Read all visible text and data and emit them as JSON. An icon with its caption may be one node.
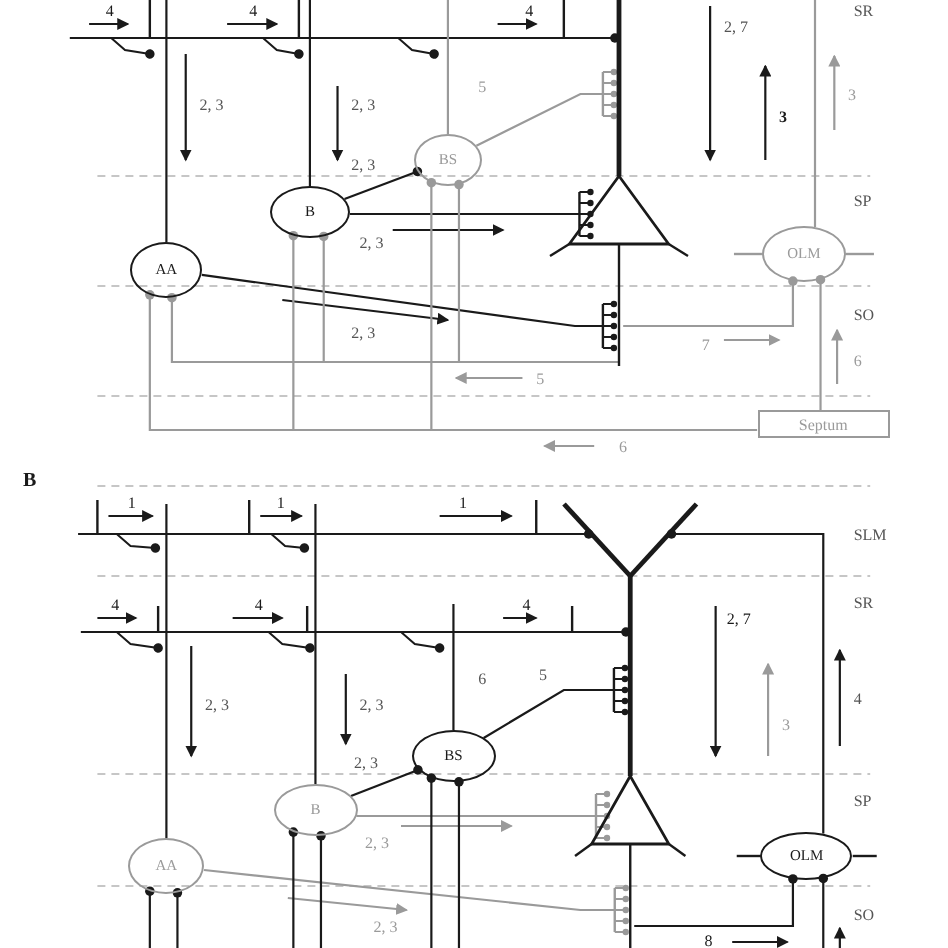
{
  "diagram": {
    "nodes": [
      {
        "text": [
          "BS"
        ]
      },
      {
        "text": [],
        "shape": "triangle"
      },
      {
        "text": [
          "B"
        ]
      },
      {
        "text": [
          "OLM"
        ]
      },
      {
        "text": [
          "AA"
        ]
      },
      {
        "text": [
          "Septum"
        ]
      },
      {
        "text": [
          "BS"
        ]
      },
      {
        "text": [],
        "shape": "triangle"
      },
      {
        "text": [
          "B"
        ]
      },
      {
        "text": [
          "AA"
        ]
      },
      {
        "text": [
          "OLM"
        ]
      }
    ],
    "edges": [
      {
        "from": null,
        "to": 1,
        "arrow": "other"
      },
      {
        "from": 2,
        "to": 0,
        "arrow": "other"
      },
      {
        "from": 2,
        "to": 1,
        "arrow": "other"
      },
      {
        "from": 0,
        "to": 1,
        "arrow": "other",
        "color": "#9a9a9a"
      },
      {
        "from": 4,
        "to": 1,
        "arrow": "other"
      },
      {
        "from": 1,
        "to": 3,
        "arrow": "other",
        "color": "#9a9a9a"
      },
      {
        "from": 1,
        "to": 4,
        "arrow": "other",
        "color": "#9a9a9a"
      },
      {
        "from": 1,
        "to": 2,
        "arrow": "other",
        "color": "#9a9a9a"
      },
      {
        "from": 1,
        "to": 0,
        "arrow": "other",
        "color": "#9a9a9a"
      },
      {
        "from": 5,
        "to": 3,
        "arrow": "other",
        "color": "#9a9a9a"
      },
      {
        "from": 5,
        "to": 4,
        "arrow": "other",
        "color": "#9a9a9a"
      },
      {
        "from": 5,
        "to": 2,
        "arrow": "other",
        "color": "#9a9a9a"
      },
      {
        "from": 5,
        "to": 0,
        "arrow": "other",
        "color": "#9a9a9a"
      },
      {
        "from": 3,
        "to": null,
        "arrow": "none",
        "color": "#9a9a9a"
      },
      {
        "from": null,
        "to": 7,
        "arrow": "other"
      },
      {
        "from": null,
        "to": 7,
        "arrow": "other"
      },
      {
        "from": 8,
        "to": 6,
        "arrow": "other"
      },
      {
        "from": 8,
        "to": 7,
        "arrow": "other",
        "color": "#9a9a9a"
      },
      {
        "from": 6,
        "to": 7,
        "arrow": "other"
      },
      {
        "from": 9,
        "to": 7,
        "arrow": "other",
        "color": "#9a9a9a"
      },
      {
        "from": 7,
        "to": 10,
        "arrow": "other"
      },
      {
        "from": 10,
        "to": 7,
        "arrow": "other"
      },
      {
        "from": null,
        "to": 6,
        "arrow": "other"
      },
      {
        "from": null,
        "to": 6,
        "arrow": "other"
      },
      {
        "from": null,
        "to": 8,
        "arrow": "other"
      },
      {
        "from": null,
        "to": 8,
        "arrow": "other"
      },
      {
        "from": null,
        "to": 9,
        "arrow": "other"
      },
      {
        "from": null,
        "to": 9,
        "arrow": "other"
      },
      {
        "from": null,
        "to": 10,
        "arrow": "other"
      },
      {
        "from": null,
        "to": 4,
        "arrow": "none"
      },
      {
        "from": null,
        "to": 2,
        "arrow": "none"
      },
      {
        "from": null,
        "to": 0,
        "arrow": "none",
        "color": "#9a9a9a"
      },
      {
        "from": null,
        "to": 9,
        "arrow": "none"
      },
      {
        "from": null,
        "to": 8,
        "arrow": "none"
      },
      {
        "from": null,
        "to": 6,
        "arrow": "none"
      }
    ],
    "labels": [
      "4",
      "4",
      "4",
      "SR",
      "2, 7",
      "5",
      "3",
      "2, 3",
      "2, 3",
      "3",
      "2, 3",
      "SP",
      "2, 3",
      "SO",
      "2, 3",
      "7",
      "6",
      "5",
      "6",
      "B",
      "1",
      "1",
      "1",
      "SLM",
      "4",
      "4",
      "4",
      "SR",
      "2, 7",
      "6",
      "4",
      "5",
      "2, 3",
      "2, 3",
      "3",
      "2, 3",
      "SP",
      "2, 3",
      "SO",
      "2, 3",
      "8"
    ]
  }
}
